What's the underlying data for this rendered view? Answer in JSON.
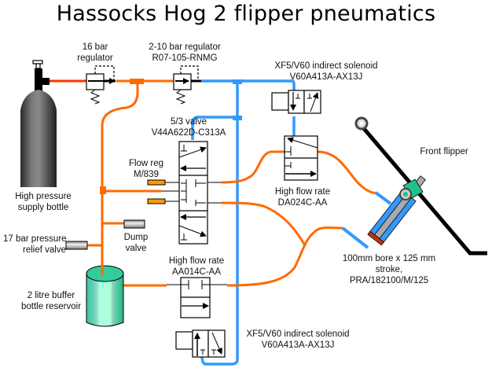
{
  "title": "Hassocks Hog 2 flipper pneumatics",
  "colors": {
    "high_pressure_line": "#ff3300",
    "mid_pressure_line": "#ff6a00",
    "low_pressure_line": "#3399ff",
    "buffer_bottle": "#33cc99",
    "flow_reg": "#ff9900",
    "cylinder_body": "#3399ff",
    "piston": "#cc3300",
    "flipper_mount": "#22c08a",
    "flipper_arm": "#000000"
  },
  "components": {
    "supply_bottle": {
      "label_line1": "High pressure",
      "label_line2": "supply bottle"
    },
    "regulator_16": {
      "label_line1": "16 bar",
      "label_line2": "regulator"
    },
    "regulator_2_10": {
      "label_line1": "2-10 bar regulator",
      "label_line2": "R07-105-RNMG"
    },
    "solenoid_top": {
      "label_line1": "XF5/V60 indirect solenoid",
      "label_line2": "V60A413A-AX13J"
    },
    "valve_5_3": {
      "label_line1": "5/3 valve",
      "label_line2": "V44A622D-C313A"
    },
    "flow_reg": {
      "label_line1": "Flow reg",
      "label_line2": "M/839"
    },
    "valve_da024": {
      "label_line1": "High flow rate",
      "label_line2": "DA024C-AA"
    },
    "front_flipper": {
      "label": "Front flipper"
    },
    "dump_valve": {
      "label_line1": "Dump",
      "label_line2": "valve"
    },
    "relief_valve": {
      "label_line1": "17 bar pressure",
      "label_line2": "relief valve"
    },
    "cylinder": {
      "label_line1": "100mm bore x  125 mm",
      "label_line2": "stroke,",
      "label_line3": "PRA/182100/M/125"
    },
    "buffer_bottle": {
      "label_line1": "2 litre buffer",
      "label_line2": "bottle reservoir"
    },
    "valve_aa014": {
      "label_line1": "High flow rate",
      "label_line2": "AA014C-AA"
    },
    "solenoid_bottom": {
      "label_line1": "XF5/V60 indirect solenoid",
      "label_line2": "V60A413A-AX13J"
    }
  }
}
